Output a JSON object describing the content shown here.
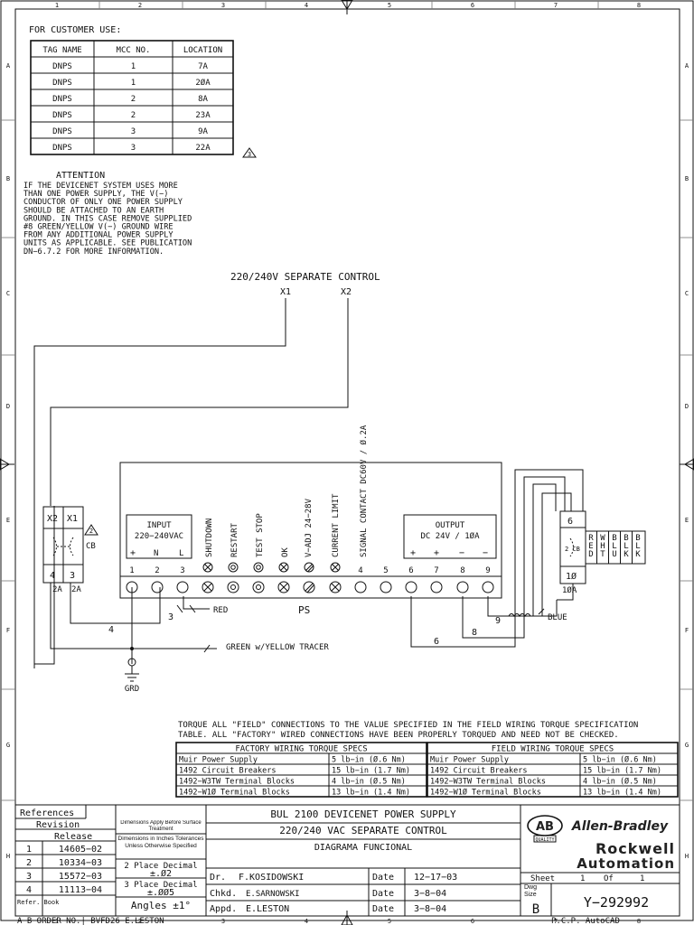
{
  "border": {
    "cols": [
      "1",
      "2",
      "3",
      "4",
      "5",
      "6",
      "7",
      "8"
    ],
    "rows": [
      "A",
      "B",
      "C",
      "D",
      "E",
      "F",
      "G",
      "H"
    ]
  },
  "customer": {
    "title": "FOR CUSTOMER USE:",
    "headers": [
      "TAG NAME",
      "MCC NO.",
      "LOCATION"
    ],
    "rows": [
      [
        "DNPS",
        "1",
        "7A"
      ],
      [
        "DNPS",
        "1",
        "2ØA"
      ],
      [
        "DNPS",
        "2",
        "8A"
      ],
      [
        "DNPS",
        "2",
        "23A"
      ],
      [
        "DNPS",
        "3",
        "9A"
      ],
      [
        "DNPS",
        "3",
        "22A"
      ]
    ],
    "rev_mark": "3"
  },
  "attention": {
    "title": "ATTENTION",
    "lines": [
      "IF THE DEVICENET SYSTEM USES MORE",
      "THAN ONE POWER SUPPLY, THE V(−)",
      "CONDUCTOR OF ONLY ONE POWER SUPPLY",
      "SHOULD BE ATTACHED TO AN EARTH",
      "GROUND. IN THIS CASE REMOVE SUPPLIED",
      "#8 GREEN/YELLOW V(−) GROUND WIRE",
      "FROM ANY ADDITIONAL POWER SUPPLY",
      "UNITS AS APPLICABLE. SEE PUBLICATION",
      "DN−6.7.2 FOR MORE INFORMATION."
    ]
  },
  "diagram": {
    "control_label": "220/240V SEPARATE CONTROL",
    "x1": "X1",
    "x2": "X2",
    "cb": {
      "x2": "X2",
      "x1": "X1",
      "t4": "4",
      "t3": "3",
      "amp1": "2A",
      "amp2": "2A",
      "name": "CB",
      "mark": "2"
    },
    "input": {
      "title": "INPUT",
      "range": "220−240VAC",
      "plus": "+",
      "n": "N",
      "l": "L"
    },
    "vertical_labels": [
      "SHUTDOWN",
      "RESTART",
      "TEST STOP",
      "OK",
      "V−ADJ 24−28V",
      "CURRENT LIMIT",
      "SIGNAL CONTACT DC60V / Ø.2A"
    ],
    "output": {
      "title": "OUTPUT",
      "rating": "DC 24V / 1ØA",
      "s1": "+",
      "s2": "+",
      "s3": "−",
      "s4": "−"
    },
    "terminals": [
      "1",
      "2",
      "3",
      "4",
      "5",
      "6",
      "7",
      "8",
      "9"
    ],
    "ps": "PS",
    "red": "RED",
    "blue": "BLUE",
    "green": "GREEN w/YELLOW TRACER",
    "grd": "GRD",
    "wire_nums": {
      "w3": "3",
      "w4": "4",
      "w6": "6",
      "w8": "8",
      "w9": "9"
    },
    "cb2": {
      "top": "6",
      "bot": "1Ø",
      "amp": "1ØA",
      "name": "2 CB"
    },
    "colors": [
      "RED",
      "WHT",
      "BLU",
      "BLK",
      "BLK"
    ]
  },
  "torque": {
    "note1": "TORQUE ALL \"FIELD\" CONNECTIONS TO THE VALUE SPECIFIED IN THE FIELD WIRING TORQUE SPECIFICATION",
    "note2": "TABLE.  ALL \"FACTORY\" WIRED CONNECTIONS HAVE BEEN PROPERLY TORQUED AND NEED NOT BE CHECKED.",
    "factory_title": "FACTORY WIRING TORQUE SPECS",
    "field_title": "FIELD WIRING TORQUE SPECS",
    "rows": [
      [
        "Muir Power Supply",
        "5 lb−in (Ø.6 Nm)"
      ],
      [
        "1492 Circuit Breakers",
        "15 lb−in (1.7 Nm)"
      ],
      [
        "1492−W3TW Terminal Blocks",
        "4 lb−in (Ø.5 Nm)"
      ],
      [
        "1492−W1Ø Terminal Blocks",
        "13 lb−in (1.4 Nm)"
      ]
    ]
  },
  "title_block": {
    "references": "References",
    "revision": "Revision",
    "release": "Release",
    "revisions": [
      [
        "1",
        "14605−02"
      ],
      [
        "2",
        "10334−03"
      ],
      [
        "3",
        "15572−03"
      ],
      [
        "4",
        "11113−04"
      ]
    ],
    "refer_book": "Refer. Book",
    "dim1": "Dimensions Apply Before Surface Treatment",
    "dim2": "Dimensions in Inches Tolerances Unless Otherwise Specified",
    "place2": "2 Place Decimal",
    "tol2": "±.Ø2",
    "place3": "3 Place Decimal",
    "tol3": "±.ØØ5",
    "angles": "Angles  ±1°",
    "title1": "BUL 2100 DEVICENET POWER SUPPLY",
    "title2": "220/240 VAC SEPARATE CONTROL",
    "title3": "DIAGRAMA FUNCIONAL",
    "dr_label": "Dr.",
    "dr": "F.KOSIDOWSKI",
    "chkd_label": "Chkd.",
    "chkd": "E.SARNOWSKI",
    "appd_label": "Appd.",
    "appd": "E.LESTON",
    "date_label": "Date",
    "date1": "12−17−03",
    "date2": "3−8−04",
    "date3": "3−8−04",
    "sheet_label": "Sheet",
    "sheet": "1",
    "of_label": "Of",
    "of": "1",
    "dwg_label": "Dwg Size",
    "size": "B",
    "dwg_no": "Y−292992",
    "ab_logo": "AB",
    "ab_quality": "QUALITY",
    "brand1": "Allen-Bradley",
    "brand2a": "Rockwell",
    "brand2b": "Automation"
  },
  "footer": {
    "left": "A−B ORDER NO.| BVFD26−E.LESTON",
    "right": "P.C.P. AutoCAD"
  }
}
